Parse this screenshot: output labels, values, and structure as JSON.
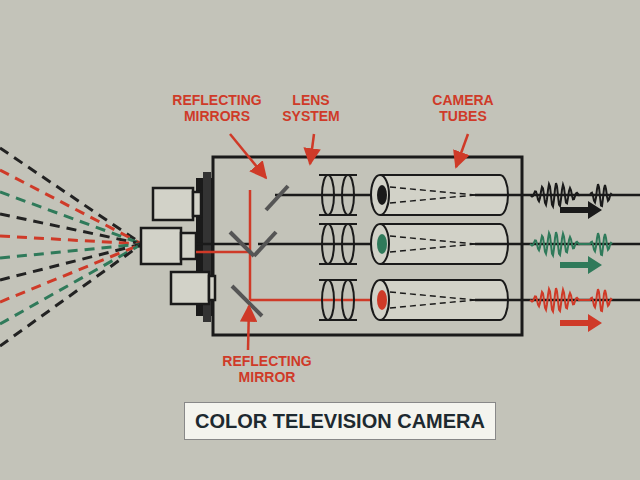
{
  "diagram": {
    "caption": "COLOR TELEVISION CAMERA",
    "labels": [
      "REFLECTING MIRRORS",
      "LENS SYSTEM",
      "CAMERA TUBES",
      "REFLECTING MIRROR"
    ]
  }
}
